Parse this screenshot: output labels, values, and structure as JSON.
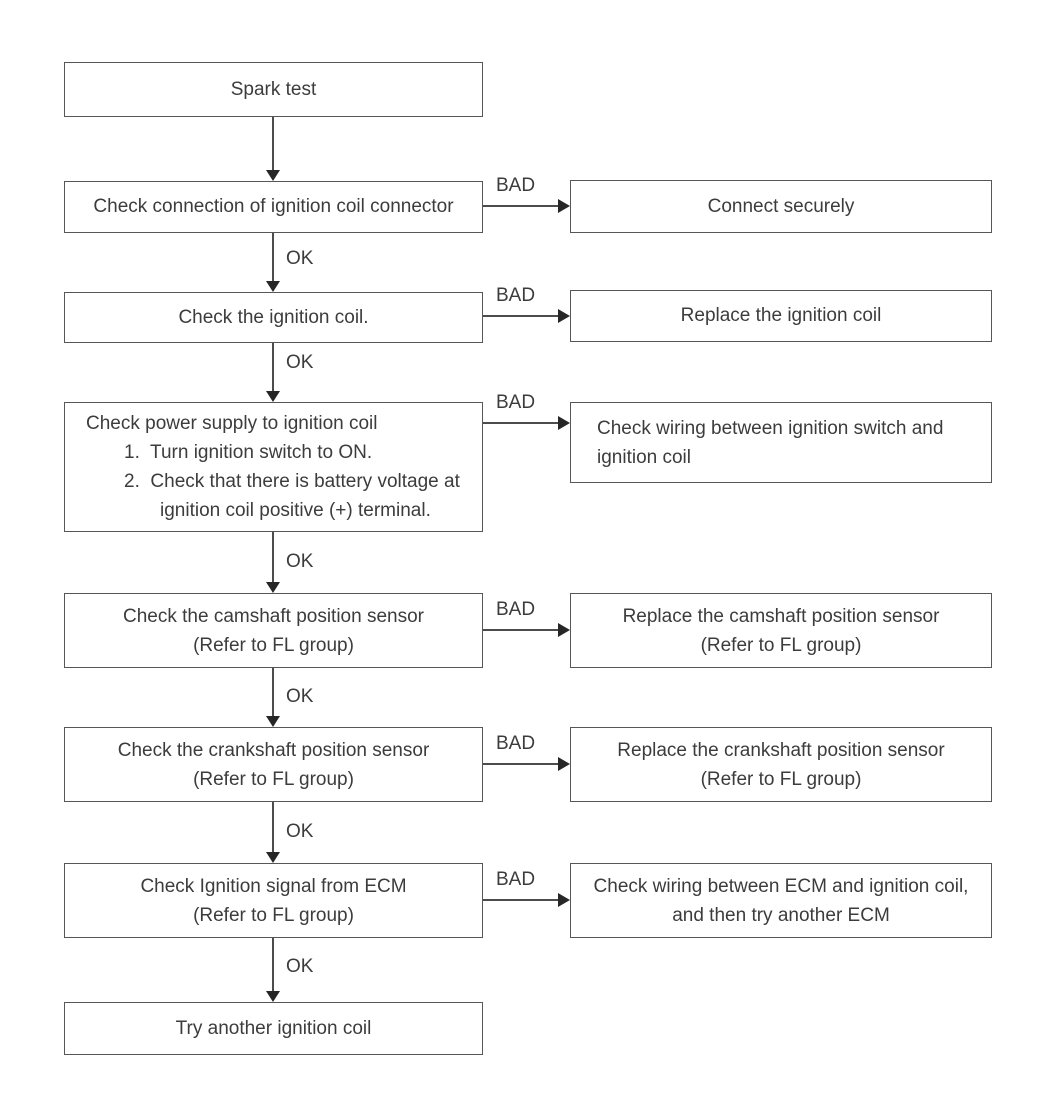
{
  "labels": {
    "ok": "OK",
    "bad": "BAD"
  },
  "colors": {
    "background": "#ffffff",
    "border": "#57575a",
    "line": "#4c4c4e",
    "arrow": "#262626",
    "text": "#3c3c3c"
  },
  "flow": {
    "boxes": {
      "spark_test": {
        "lines": [
          "Spark test"
        ]
      },
      "check_connection": {
        "lines": [
          "Check connection of ignition coil connector"
        ]
      },
      "connect_securely": {
        "lines": [
          "Connect securely"
        ]
      },
      "check_ignition_coil": {
        "lines": [
          "Check the ignition coil."
        ]
      },
      "replace_ignition_coil": {
        "lines": [
          "Replace the ignition coil"
        ]
      },
      "check_power_supply": {
        "lines": [
          "Check power supply to ignition coil",
          "1.  Turn ignition switch to ON.",
          "2.  Check that there is battery voltage at",
          "ignition coil positive (+) terminal."
        ]
      },
      "check_wiring_switch": {
        "lines": [
          "Check wiring between ignition switch and",
          "ignition coil"
        ]
      },
      "check_camshaft": {
        "lines": [
          "Check the camshaft position sensor",
          "(Refer to FL group)"
        ]
      },
      "replace_camshaft": {
        "lines": [
          "Replace the camshaft position sensor",
          "(Refer to FL group)"
        ]
      },
      "check_crankshaft": {
        "lines": [
          "Check the crankshaft position sensor",
          "(Refer to FL group)"
        ]
      },
      "replace_crankshaft": {
        "lines": [
          "Replace the crankshaft position sensor",
          "(Refer to FL group)"
        ]
      },
      "check_ecm_signal": {
        "lines": [
          "Check Ignition signal from ECM",
          "(Refer to FL group)"
        ]
      },
      "check_wiring_ecm": {
        "lines": [
          "Check wiring between ECM and ignition coil,",
          "and then try another ECM"
        ]
      },
      "try_another_coil": {
        "lines": [
          "Try another ignition coil"
        ]
      }
    }
  }
}
